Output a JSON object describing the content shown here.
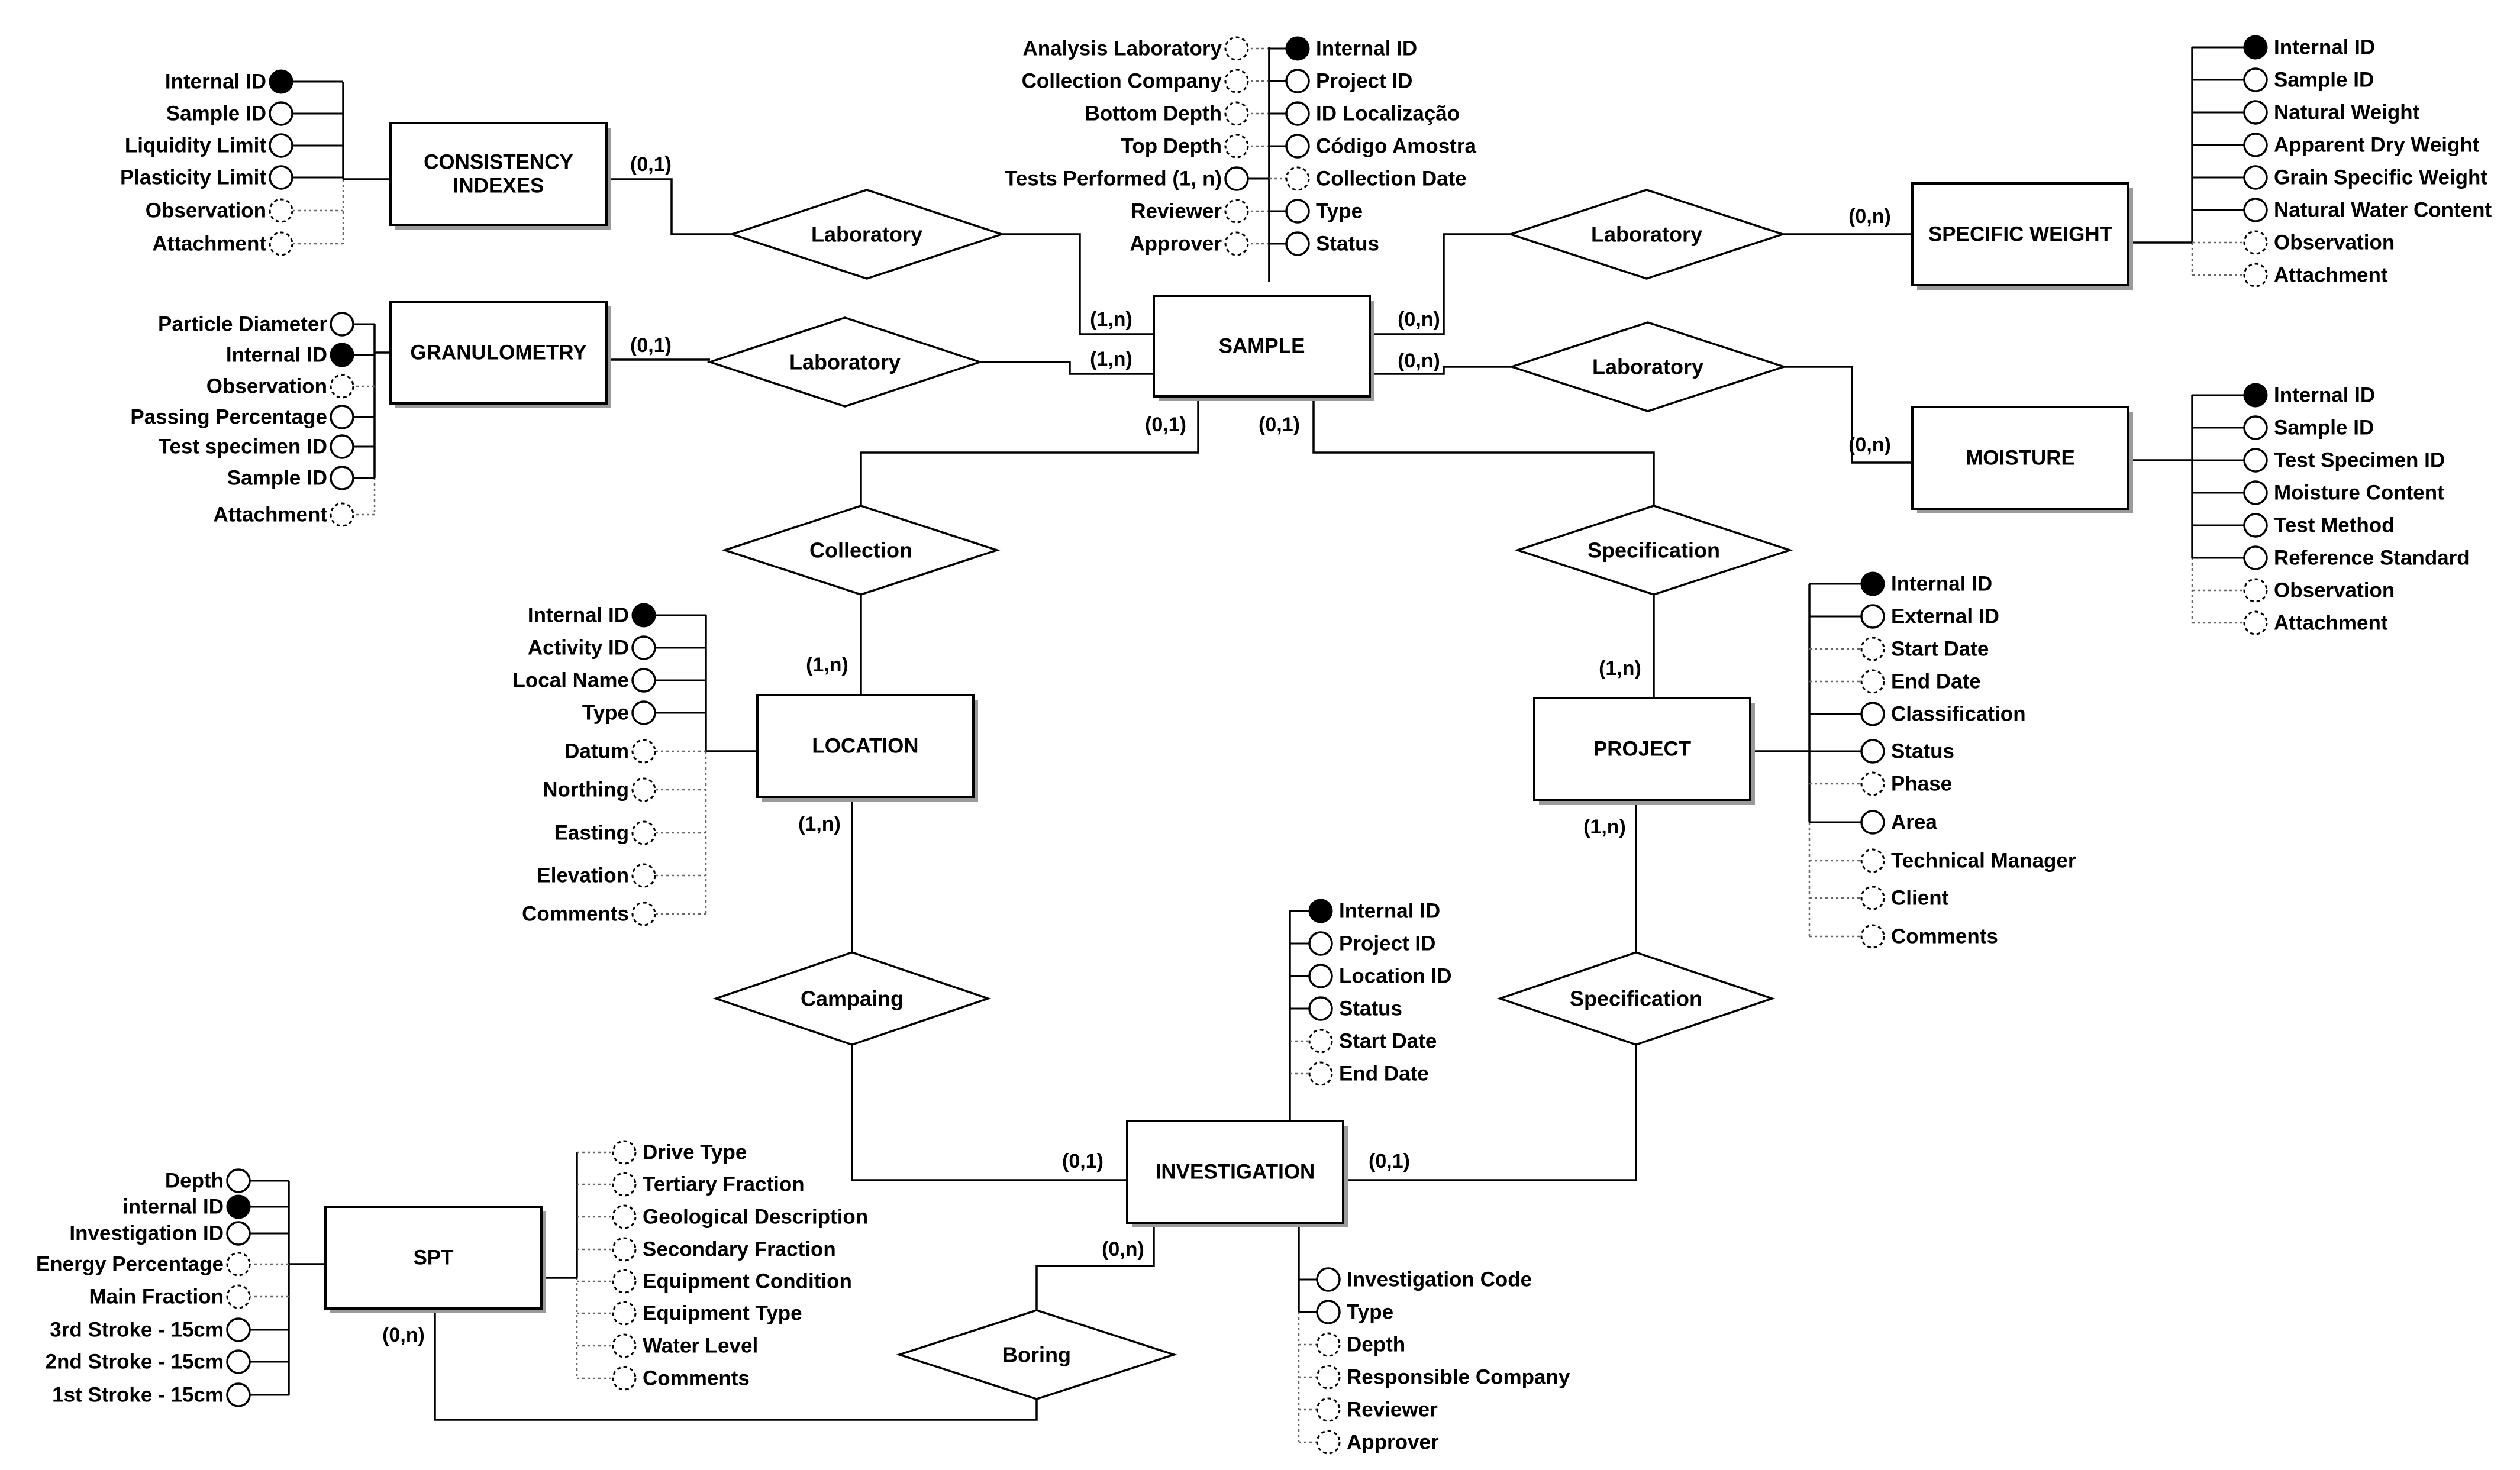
{
  "entities": [
    {
      "id": "sample",
      "label": "SAMPLE"
    },
    {
      "id": "consistency",
      "label": "CONSISTENCY INDEXES",
      "lines": [
        "CONSISTENCY",
        "INDEXES"
      ]
    },
    {
      "id": "granulometry",
      "label": "GRANULOMETRY"
    },
    {
      "id": "specific_weight",
      "label": "SPECIFIC WEIGHT"
    },
    {
      "id": "moisture",
      "label": "MOISTURE"
    },
    {
      "id": "location",
      "label": "LOCATION"
    },
    {
      "id": "project",
      "label": "PROJECT"
    },
    {
      "id": "investigation",
      "label": "INVESTIGATION"
    },
    {
      "id": "spt",
      "label": "SPT"
    }
  ],
  "relationships": [
    {
      "id": "lab_consistency",
      "label": "Laboratory"
    },
    {
      "id": "lab_granulometry",
      "label": "Laboratory"
    },
    {
      "id": "lab_specific_weight",
      "label": "Laboratory"
    },
    {
      "id": "lab_moisture",
      "label": "Laboratory"
    },
    {
      "id": "collection",
      "label": "Collection"
    },
    {
      "id": "specification_sample",
      "label": "Specification"
    },
    {
      "id": "campaing",
      "label": "Campaing"
    },
    {
      "id": "specification_investigation",
      "label": "Specification"
    },
    {
      "id": "boring",
      "label": "Boring"
    }
  ],
  "cardinalities": [
    {
      "id": "c1",
      "text": "(0,1)"
    },
    {
      "id": "c2",
      "text": "(1,n)"
    },
    {
      "id": "c3",
      "text": "(0,1)"
    },
    {
      "id": "c4",
      "text": "(1,n)"
    },
    {
      "id": "c5",
      "text": "(0,n)"
    },
    {
      "id": "c6",
      "text": "(0,n)"
    },
    {
      "id": "c7",
      "text": "(0,n)"
    },
    {
      "id": "c8",
      "text": "(0,n)"
    },
    {
      "id": "c9",
      "text": "(0,1)"
    },
    {
      "id": "c10",
      "text": "(0,1)"
    },
    {
      "id": "c11",
      "text": "(1,n)"
    },
    {
      "id": "c12",
      "text": "(1,n)"
    },
    {
      "id": "c13",
      "text": "(1,n)"
    },
    {
      "id": "c14",
      "text": "(1,n)"
    },
    {
      "id": "c15",
      "text": "(0,1)"
    },
    {
      "id": "c16",
      "text": "(0,1)"
    },
    {
      "id": "c17",
      "text": "(0,n)"
    },
    {
      "id": "c18",
      "text": "(0,n)"
    }
  ],
  "attribute_groups": {
    "sample_left": [
      {
        "label": "Analysis Laboratory",
        "kind": "optional"
      },
      {
        "label": "Collection Company",
        "kind": "optional"
      },
      {
        "label": "Bottom Depth",
        "kind": "optional"
      },
      {
        "label": "Top Depth",
        "kind": "optional"
      },
      {
        "label": "Tests Performed (1, n)",
        "kind": "required"
      },
      {
        "label": "Reviewer",
        "kind": "optional"
      },
      {
        "label": "Approver",
        "kind": "optional"
      }
    ],
    "sample_right": [
      {
        "label": "Internal ID",
        "kind": "key"
      },
      {
        "label": "Project ID",
        "kind": "required"
      },
      {
        "label": "ID Localização",
        "kind": "required"
      },
      {
        "label": "Código Amostra",
        "kind": "required"
      },
      {
        "label": "Collection Date",
        "kind": "optional"
      },
      {
        "label": "Type",
        "kind": "required"
      },
      {
        "label": "Status",
        "kind": "required"
      }
    ],
    "consistency": [
      {
        "label": "Internal ID",
        "kind": "key"
      },
      {
        "label": "Sample ID",
        "kind": "required"
      },
      {
        "label": "Liquidity Limit",
        "kind": "required"
      },
      {
        "label": "Plasticity Limit",
        "kind": "required"
      },
      {
        "label": "Observation",
        "kind": "optional"
      },
      {
        "label": "Attachment",
        "kind": "optional"
      }
    ],
    "granulometry": [
      {
        "label": "Particle Diameter",
        "kind": "required"
      },
      {
        "label": "Internal ID",
        "kind": "key"
      },
      {
        "label": "Observation",
        "kind": "optional"
      },
      {
        "label": "Passing Percentage",
        "kind": "required"
      },
      {
        "label": "Test specimen ID",
        "kind": "required"
      },
      {
        "label": "Sample ID",
        "kind": "required"
      },
      {
        "label": "Attachment",
        "kind": "optional"
      }
    ],
    "specific_weight": [
      {
        "label": "Internal ID",
        "kind": "key"
      },
      {
        "label": "Sample ID",
        "kind": "required"
      },
      {
        "label": "Natural Weight",
        "kind": "required"
      },
      {
        "label": "Apparent Dry Weight",
        "kind": "required"
      },
      {
        "label": "Grain Specific Weight",
        "kind": "required"
      },
      {
        "label": "Natural Water Content",
        "kind": "required"
      },
      {
        "label": "Observation",
        "kind": "optional"
      },
      {
        "label": "Attachment",
        "kind": "optional"
      }
    ],
    "moisture": [
      {
        "label": "Internal ID",
        "kind": "key"
      },
      {
        "label": "Sample ID",
        "kind": "required"
      },
      {
        "label": "Test Specimen ID",
        "kind": "required"
      },
      {
        "label": "Moisture Content",
        "kind": "required"
      },
      {
        "label": "Test Method",
        "kind": "required"
      },
      {
        "label": "Reference Standard",
        "kind": "required"
      },
      {
        "label": "Observation",
        "kind": "optional"
      },
      {
        "label": "Attachment",
        "kind": "optional"
      }
    ],
    "project": [
      {
        "label": "Internal ID",
        "kind": "key"
      },
      {
        "label": "External ID",
        "kind": "required"
      },
      {
        "label": "Start Date",
        "kind": "optional"
      },
      {
        "label": "End Date",
        "kind": "optional"
      },
      {
        "label": "Classification",
        "kind": "required"
      },
      {
        "label": "Status",
        "kind": "required"
      },
      {
        "label": "Phase",
        "kind": "optional"
      },
      {
        "label": "Area",
        "kind": "required"
      },
      {
        "label": "Technical Manager",
        "kind": "optional"
      },
      {
        "label": "Client",
        "kind": "optional"
      },
      {
        "label": "Comments",
        "kind": "optional"
      }
    ],
    "location": [
      {
        "label": "Internal ID",
        "kind": "key"
      },
      {
        "label": "Activity ID",
        "kind": "required"
      },
      {
        "label": "Local Name",
        "kind": "required"
      },
      {
        "label": "Type",
        "kind": "required"
      },
      {
        "label": "Datum",
        "kind": "optional"
      },
      {
        "label": "Northing",
        "kind": "optional"
      },
      {
        "label": "Easting",
        "kind": "optional"
      },
      {
        "label": "Elevation",
        "kind": "optional"
      },
      {
        "label": "Comments",
        "kind": "optional"
      }
    ],
    "investigation_top": [
      {
        "label": "Internal ID",
        "kind": "key"
      },
      {
        "label": "Project ID",
        "kind": "required"
      },
      {
        "label": "Location ID",
        "kind": "required"
      },
      {
        "label": "Status",
        "kind": "required"
      },
      {
        "label": "Start Date",
        "kind": "optional"
      },
      {
        "label": "End Date",
        "kind": "optional"
      }
    ],
    "investigation_bottom": [
      {
        "label": "Investigation Code",
        "kind": "required"
      },
      {
        "label": "Type",
        "kind": "required"
      },
      {
        "label": "Depth",
        "kind": "optional"
      },
      {
        "label": "Responsible Company",
        "kind": "optional"
      },
      {
        "label": "Reviewer",
        "kind": "optional"
      },
      {
        "label": "Approver",
        "kind": "optional"
      }
    ],
    "spt_left": [
      {
        "label": "Depth",
        "kind": "required"
      },
      {
        "label": "internal ID",
        "kind": "key"
      },
      {
        "label": "Investigation ID",
        "kind": "required"
      },
      {
        "label": "Energy Percentage",
        "kind": "optional"
      },
      {
        "label": "Main Fraction",
        "kind": "optional"
      },
      {
        "label": "3rd Stroke - 15cm",
        "kind": "required"
      },
      {
        "label": "2nd Stroke - 15cm",
        "kind": "required"
      },
      {
        "label": "1st Stroke - 15cm",
        "kind": "required"
      }
    ],
    "spt_right": [
      {
        "label": "Drive Type",
        "kind": "optional"
      },
      {
        "label": "Tertiary Fraction",
        "kind": "optional"
      },
      {
        "label": "Geological Description",
        "kind": "optional"
      },
      {
        "label": "Secondary Fraction",
        "kind": "optional"
      },
      {
        "label": "Equipment Condition",
        "kind": "optional"
      },
      {
        "label": "Equipment Type",
        "kind": "optional"
      },
      {
        "label": "Water Level",
        "kind": "optional"
      },
      {
        "label": "Comments",
        "kind": "optional"
      }
    ]
  }
}
